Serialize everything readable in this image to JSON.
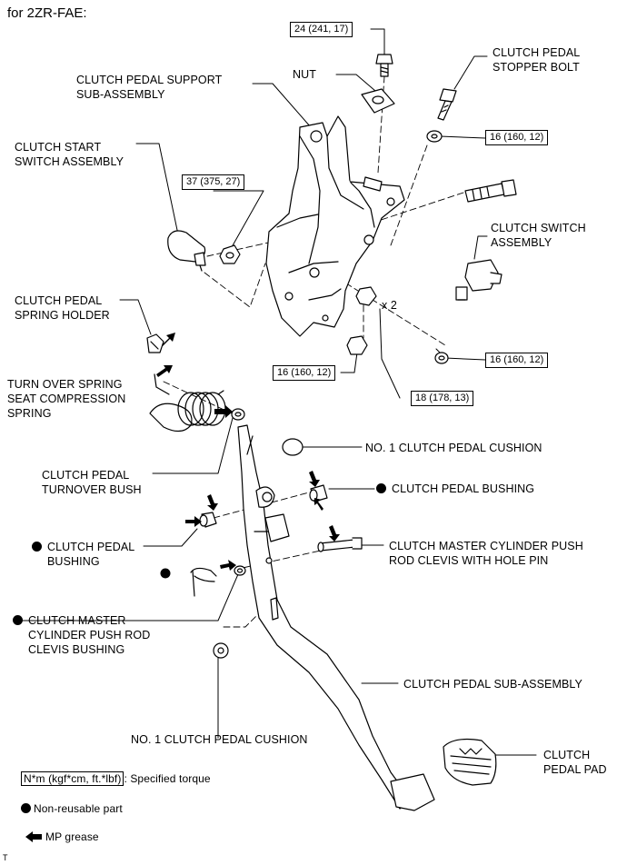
{
  "header": "for 2ZR-FAE:",
  "labels": {
    "support_1": "CLUTCH PEDAL SUPPORT",
    "support_2": "SUB-ASSEMBLY",
    "nut": "NUT",
    "stopper_1": "CLUTCH PEDAL",
    "stopper_2": "STOPPER BOLT",
    "start_sw_1": "CLUTCH START",
    "start_sw_2": "SWITCH ASSEMBLY",
    "switch_1": "CLUTCH SWITCH",
    "switch_2": "ASSEMBLY",
    "holder_1": "CLUTCH PEDAL",
    "holder_2": "SPRING HOLDER",
    "spring_1": "TURN OVER SPRING",
    "spring_2": "SEAT COMPRESSION",
    "spring_3": "SPRING",
    "times2": "x 2",
    "cushion_top": "NO. 1 CLUTCH PEDAL CUSHION",
    "turnover_1": "CLUTCH PEDAL",
    "turnover_2": "TURNOVER BUSH",
    "bushing_right": "CLUTCH PEDAL BUSHING",
    "bushing_left_1": "CLUTCH PEDAL",
    "bushing_left_2": "BUSHING",
    "clevis_pin_1": "CLUTCH MASTER CYLINDER PUSH",
    "clevis_pin_2": "ROD CLEVIS WITH HOLE PIN",
    "clevis_bush_1": "CLUTCH MASTER",
    "clevis_bush_2": "CYLINDER PUSH ROD",
    "clevis_bush_3": "CLEVIS BUSHING",
    "pedal_sub": "CLUTCH PEDAL SUB-ASSEMBLY",
    "cushion_bottom": "NO. 1 CLUTCH PEDAL CUSHION",
    "pad_1": "CLUTCH",
    "pad_2": "PEDAL PAD"
  },
  "torques": {
    "t1": "24 (241, 17)",
    "t2": "16 (160, 12)",
    "t3": "37 (375, 27)",
    "t4": "16 (160, 12)",
    "t5": "16 (160, 12)",
    "t6": "18 (178, 13)"
  },
  "legend": {
    "torque_box": "N*m (kgf*cm, ft.*lbf)",
    "torque_text": ": Specified torque",
    "nonreusable": "Non-reusable part",
    "grease": "MP grease"
  },
  "corner_mark": "T"
}
